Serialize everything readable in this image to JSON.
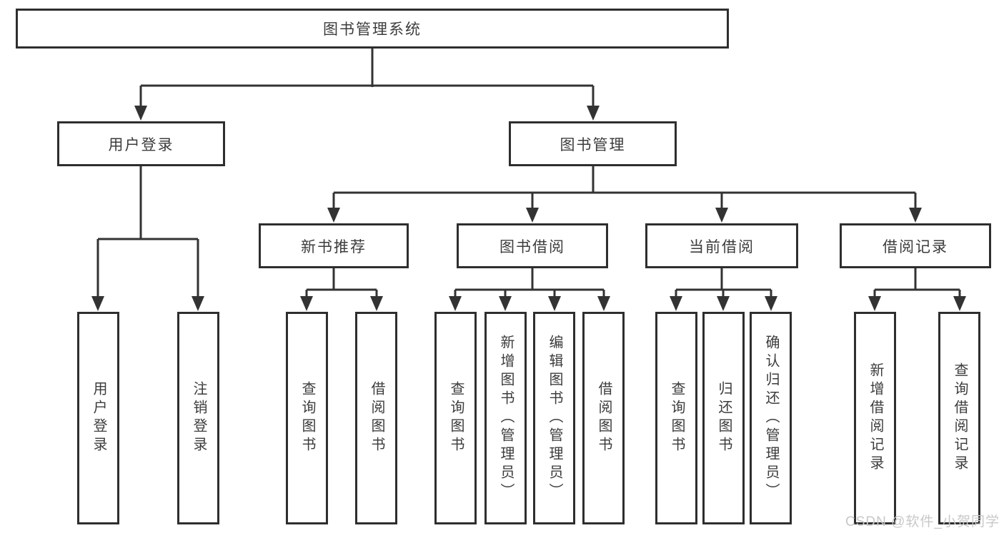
{
  "tree": {
    "label": "图书管理系统",
    "children": [
      {
        "label": "用户登录",
        "children": [
          {
            "label": "用户登录"
          },
          {
            "label": "注销登录"
          }
        ]
      },
      {
        "label": "图书管理",
        "children": [
          {
            "label": "新书推荐",
            "children": [
              {
                "label": "查询图书"
              },
              {
                "label": "借阅图书"
              }
            ]
          },
          {
            "label": "图书借阅",
            "children": [
              {
                "label": "查询图书"
              },
              {
                "label": "新增图书（管理员）"
              },
              {
                "label": "编辑图书（管理员）"
              },
              {
                "label": "借阅图书"
              }
            ]
          },
          {
            "label": "当前借阅",
            "children": [
              {
                "label": "查询图书"
              },
              {
                "label": "归还图书"
              },
              {
                "label": "确认归还（管理员）"
              }
            ]
          },
          {
            "label": "借阅记录",
            "children": [
              {
                "label": "新增借阅记录"
              },
              {
                "label": "查询借阅记录"
              }
            ]
          }
        ]
      }
    ]
  },
  "watermark": {
    "text": "CSDN @软件_小贺同学"
  },
  "colors": {
    "line": "#333333",
    "box-border": "#2e2e2e",
    "text": "#3c3c3c",
    "watermark": "#c8c8c8",
    "background": "#ffffff"
  }
}
